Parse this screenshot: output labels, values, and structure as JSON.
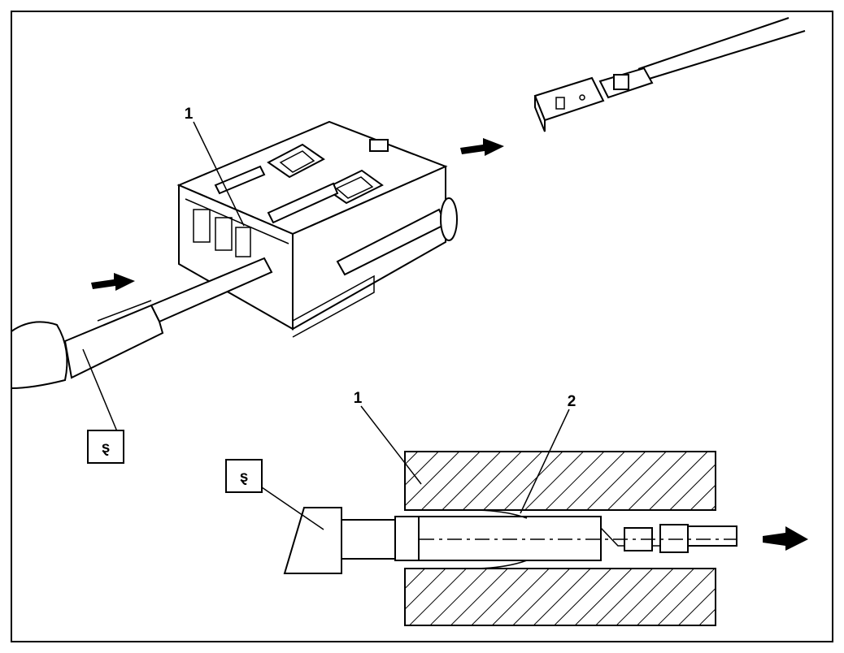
{
  "callouts": {
    "connector_top": "1",
    "connector_section": "1",
    "terminal_lock": "2"
  },
  "tool_symbol": "ȿ",
  "arrows": [
    "push-arrow",
    "push-arrow",
    "pull-arrow"
  ],
  "colors": {
    "line": "#000000",
    "background": "#ffffff"
  }
}
